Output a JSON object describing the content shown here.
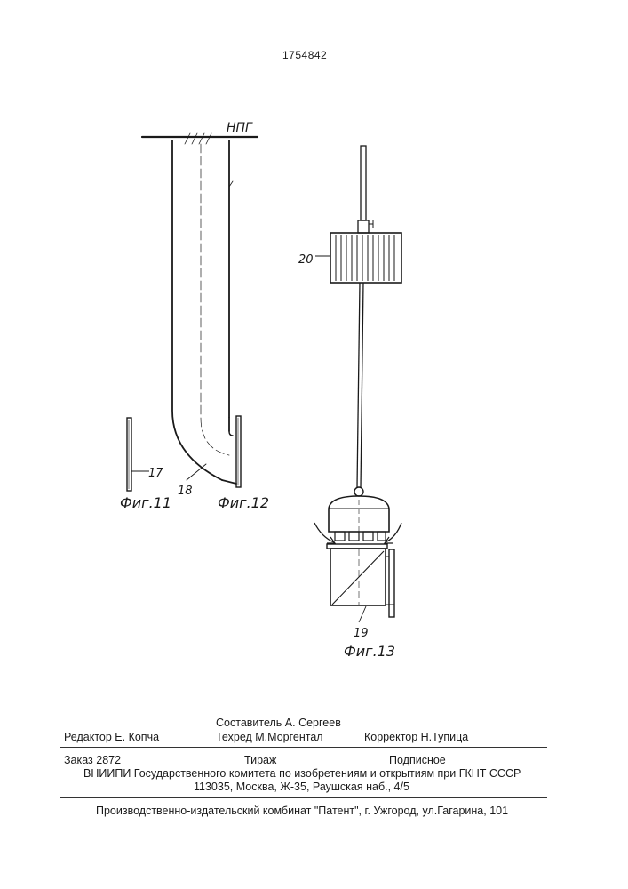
{
  "patent_number": "1754842",
  "drawing": {
    "level_label": "НПГ",
    "ref_17": "17",
    "ref_18": "18",
    "ref_19": "19",
    "ref_20": "20",
    "fig11": "Фиг.11",
    "fig12": "Фиг.12",
    "fig13": "Фиг.13"
  },
  "footer": {
    "compiler": "Составитель  А. Сергеев",
    "editor": "Редактор  Е. Копча",
    "techred": "Техред М.Моргентал",
    "corrector": "Корректор   Н.Тупица",
    "order": "Заказ 2872",
    "circulation": "Тираж",
    "subscription": "Подписное",
    "org": "ВНИИПИ Государственного комитета по изобретениям и открытиям при ГКНТ СССР",
    "address": "113035, Москва, Ж-35, Раушская наб., 4/5",
    "publisher": "Производственно-издательский комбинат \"Патент\", г. Ужгород, ул.Гагарина, 101"
  }
}
